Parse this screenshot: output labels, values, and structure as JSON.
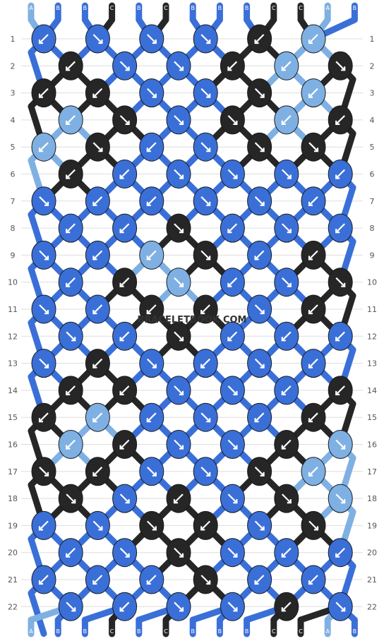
{
  "watermark": "BRACELETBOOK.COM",
  "colors": {
    "A": "#7fb0e3",
    "B": "#3a6fd8",
    "C": "#262626"
  },
  "top_labels": [
    "A",
    "B",
    "B",
    "C",
    "B",
    "C",
    "B",
    "B",
    "B",
    "C",
    "C",
    "A",
    "B"
  ],
  "bottom_labels": [
    "A",
    "B",
    "B",
    "C",
    "B",
    "C",
    "B",
    "B",
    "B",
    "C",
    "C",
    "A",
    "B"
  ],
  "rows": [
    "1",
    "2",
    "3",
    "4",
    "5",
    "6",
    "7",
    "8",
    "9",
    "10",
    "11",
    "12",
    "13",
    "14",
    "15",
    "16",
    "17",
    "18",
    "19",
    "20",
    "21",
    "22"
  ],
  "knots": [
    [
      "B",
      "B",
      "B",
      "B",
      "C",
      "A"
    ],
    [
      "C",
      "B",
      "B",
      "C",
      "A",
      "C"
    ],
    [
      "C",
      "C",
      "B",
      "B",
      "C",
      "A"
    ],
    [
      "A",
      "C",
      "B",
      "C",
      "A",
      "C"
    ],
    [
      "A",
      "C",
      "B",
      "B",
      "C",
      "C"
    ],
    [
      "C",
      "B",
      "B",
      "B",
      "B",
      "B"
    ],
    [
      "B",
      "B",
      "B",
      "B",
      "B",
      "B"
    ],
    [
      "B",
      "B",
      "C",
      "B",
      "B",
      "B"
    ],
    [
      "B",
      "B",
      "A",
      "C",
      "B",
      "C"
    ],
    [
      "B",
      "C",
      "A",
      "B",
      "B",
      "C"
    ],
    [
      "B",
      "B",
      "C",
      "C",
      "B",
      "C"
    ],
    [
      "B",
      "B",
      "C",
      "B",
      "B",
      "B"
    ],
    [
      "B",
      "C",
      "B",
      "B",
      "B",
      "B"
    ],
    [
      "C",
      "C",
      "B",
      "B",
      "B",
      "C"
    ],
    [
      "C",
      "A",
      "B",
      "B",
      "B",
      "C"
    ],
    [
      "A",
      "C",
      "B",
      "B",
      "C",
      "A"
    ],
    [
      "C",
      "C",
      "B",
      "B",
      "C",
      "A"
    ],
    [
      "C",
      "B",
      "C",
      "B",
      "C",
      "A"
    ],
    [
      "B",
      "B",
      "C",
      "C",
      "B",
      "C"
    ],
    [
      "B",
      "B",
      "C",
      "B",
      "B",
      "B"
    ],
    [
      "B",
      "B",
      "B",
      "C",
      "B",
      "B"
    ],
    [
      "B",
      "B",
      "B",
      "B",
      "C",
      "B"
    ]
  ],
  "arrows": [
    [
      "sw",
      "se",
      "se",
      "se",
      "sw",
      "sw"
    ],
    [
      "sw",
      "se",
      "se",
      "sw",
      "sw",
      "se"
    ],
    [
      "sw",
      "sw",
      "se",
      "se",
      "se",
      "sw"
    ],
    [
      "sw",
      "se",
      "se",
      "se",
      "sw",
      "sw"
    ],
    [
      "sw",
      "se",
      "sw",
      "se",
      "se",
      "se"
    ],
    [
      "sw",
      "sw",
      "se",
      "se",
      "se",
      "sw"
    ],
    [
      "se",
      "sw",
      "sw",
      "se",
      "se",
      "sw"
    ],
    [
      "sw",
      "sw",
      "se",
      "sw",
      "se",
      "sw"
    ],
    [
      "se",
      "sw",
      "sw",
      "se",
      "sw",
      "sw"
    ],
    [
      "sw",
      "sw",
      "se",
      "sw",
      "se",
      "se"
    ],
    [
      "se",
      "sw",
      "sw",
      "sw",
      "se",
      "sw"
    ],
    [
      "se",
      "sw",
      "se",
      "sw",
      "sw",
      "sw"
    ],
    [
      "se",
      "sw",
      "se",
      "sw",
      "se",
      "sw"
    ],
    [
      "sw",
      "sw",
      "se",
      "se",
      "sw",
      "sw"
    ],
    [
      "sw",
      "sw",
      "sw",
      "se",
      "sw",
      "sw"
    ],
    [
      "sw",
      "sw",
      "se",
      "se",
      "sw",
      "se"
    ],
    [
      "se",
      "sw",
      "se",
      "se",
      "se",
      "sw"
    ],
    [
      "se",
      "se",
      "sw",
      "se",
      "se",
      "se"
    ],
    [
      "sw",
      "se",
      "se",
      "sw",
      "se",
      "se"
    ],
    [
      "sw",
      "se",
      "se",
      "se",
      "sw",
      "sw"
    ],
    [
      "sw",
      "sw",
      "sw",
      "se",
      "sw",
      "sw"
    ],
    [
      "se",
      "sw",
      "se",
      "se",
      "sw",
      "se"
    ]
  ]
}
